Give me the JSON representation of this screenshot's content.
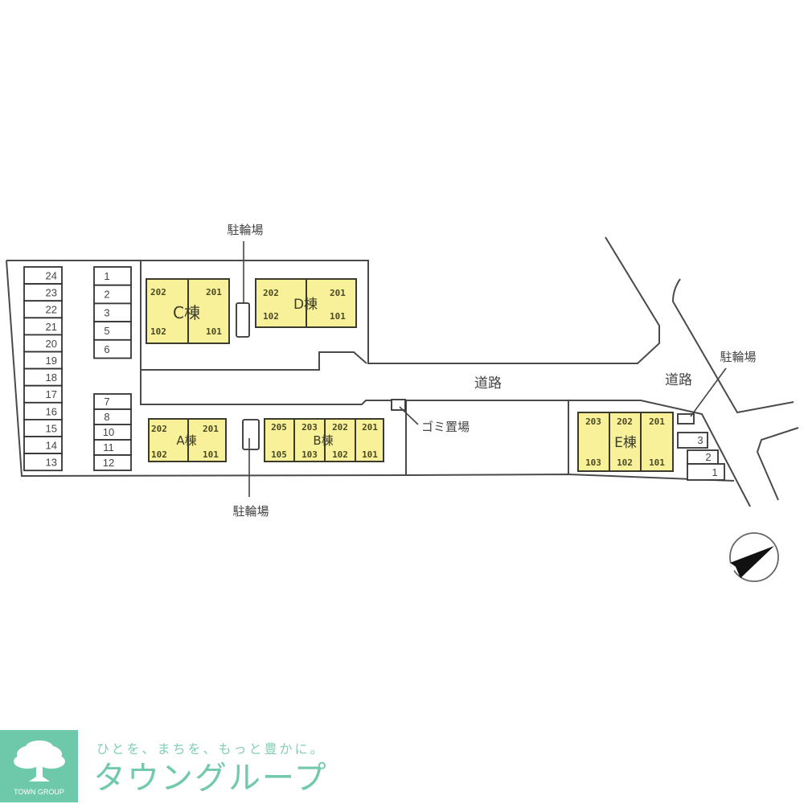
{
  "colors": {
    "building_fill": "#f9f19a",
    "line": "#4a4a4a",
    "brand": "#6dc9a9",
    "brand_text": "#7acdb0"
  },
  "labels": {
    "road_main": "道路",
    "road_side": "道路",
    "bike_parking_top": "駐輪場",
    "bike_parking_bottom": "駐輪場",
    "bike_parking_right": "駐輪場",
    "garbage": "ゴミ置場"
  },
  "buildings": {
    "C": {
      "name": "C棟",
      "units": [
        "202",
        "201",
        "102",
        "101"
      ]
    },
    "D": {
      "name": "D棟",
      "units": [
        "202",
        "201",
        "102",
        "101"
      ]
    },
    "A": {
      "name": "A棟",
      "units": [
        "202",
        "201",
        "102",
        "101"
      ]
    },
    "B": {
      "name": "B棟",
      "units_top": [
        "205",
        "203",
        "202",
        "201"
      ],
      "units_bottom": [
        "105",
        "103",
        "102",
        "101"
      ]
    },
    "E": {
      "name": "E棟",
      "units_top": [
        "203",
        "202",
        "201"
      ],
      "units_bottom": [
        "103",
        "102",
        "101"
      ]
    }
  },
  "parking": {
    "left_column": [
      "24",
      "23",
      "22",
      "21",
      "20",
      "19",
      "18",
      "17",
      "16",
      "15",
      "14",
      "13"
    ],
    "middle_top": [
      "1",
      "2",
      "3",
      "5",
      "6"
    ],
    "middle_bottom": [
      "7",
      "8",
      "10",
      "11",
      "12"
    ],
    "right": [
      "3",
      "2",
      "1"
    ]
  },
  "compass": {
    "icon": "north-arrow-icon"
  },
  "branding": {
    "tagline": "ひとを、まちを、もっと豊かに。",
    "name": "タウングループ",
    "logo_text": "TOWN GROUP"
  }
}
